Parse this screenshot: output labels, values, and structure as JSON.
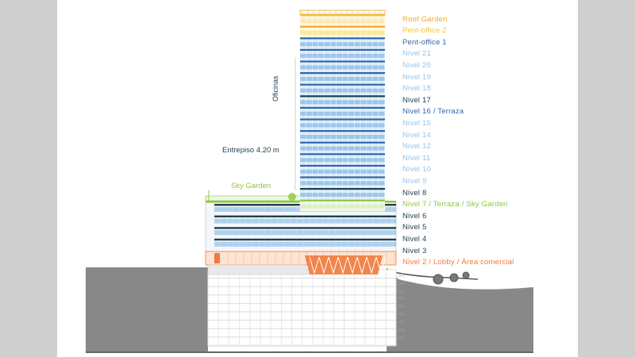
{
  "levels": [
    {
      "label": "Roof Garden",
      "color": "#f3a823"
    },
    {
      "label": "Pent-office 2",
      "color": "#f3c52e"
    },
    {
      "label": "Pent-office 1",
      "color": "#2f64ae"
    },
    {
      "label": "Nivel 21",
      "color": "#95c3ea"
    },
    {
      "label": "Nivel 20",
      "color": "#95c3ea"
    },
    {
      "label": "Nivel 19",
      "color": "#95c3ea"
    },
    {
      "label": "Nivel 18",
      "color": "#95c3ea"
    },
    {
      "label": "Nivel 17",
      "color": "#1d3e4c"
    },
    {
      "label": "Nivel 16 / Terraza",
      "color": "#2f64ae"
    },
    {
      "label": "Nivel 15",
      "color": "#95c3ea"
    },
    {
      "label": "Nivel 14",
      "color": "#95c3ea"
    },
    {
      "label": "Nivel 12",
      "color": "#95c3ea"
    },
    {
      "label": "Nivel 11",
      "color": "#95c3ea"
    },
    {
      "label": "Nivel 10",
      "color": "#95c3ea"
    },
    {
      "label": "Nivel 9",
      "color": "#95c3ea"
    },
    {
      "label": "Nivel 8",
      "color": "#1d3e4c"
    },
    {
      "label": "Nivel 7 / Terraza / Sky Garden",
      "color": "#8ec73f"
    },
    {
      "label": "Nivel 6",
      "color": "#1d3e4c"
    },
    {
      "label": "Nivel 5",
      "color": "#1d3e4c"
    },
    {
      "label": "Nivel 4",
      "color": "#1d3e4c"
    },
    {
      "label": "Nivel 3",
      "color": "#1d3e4c"
    },
    {
      "label": "Nivel 2 / Lobby / Área comercial",
      "color": "#f07a3c"
    }
  ],
  "basements": [
    "S-1",
    "S-2",
    "S-3",
    "S-4",
    "S-5",
    "S-6",
    "S-7",
    "S-8",
    "S-9"
  ],
  "annotations": {
    "oficinas": "Oficinas",
    "entrepiso": "Entrepiso 4.20 m",
    "sky_garden": "Sky Garden"
  },
  "colors": {
    "office_blue": "#8fbfe8",
    "dark_teal": "#1d3e4c",
    "green": "#8ec73f",
    "orange": "#f07a3c",
    "yellow": "#f3c52e",
    "ground": "#888888"
  }
}
